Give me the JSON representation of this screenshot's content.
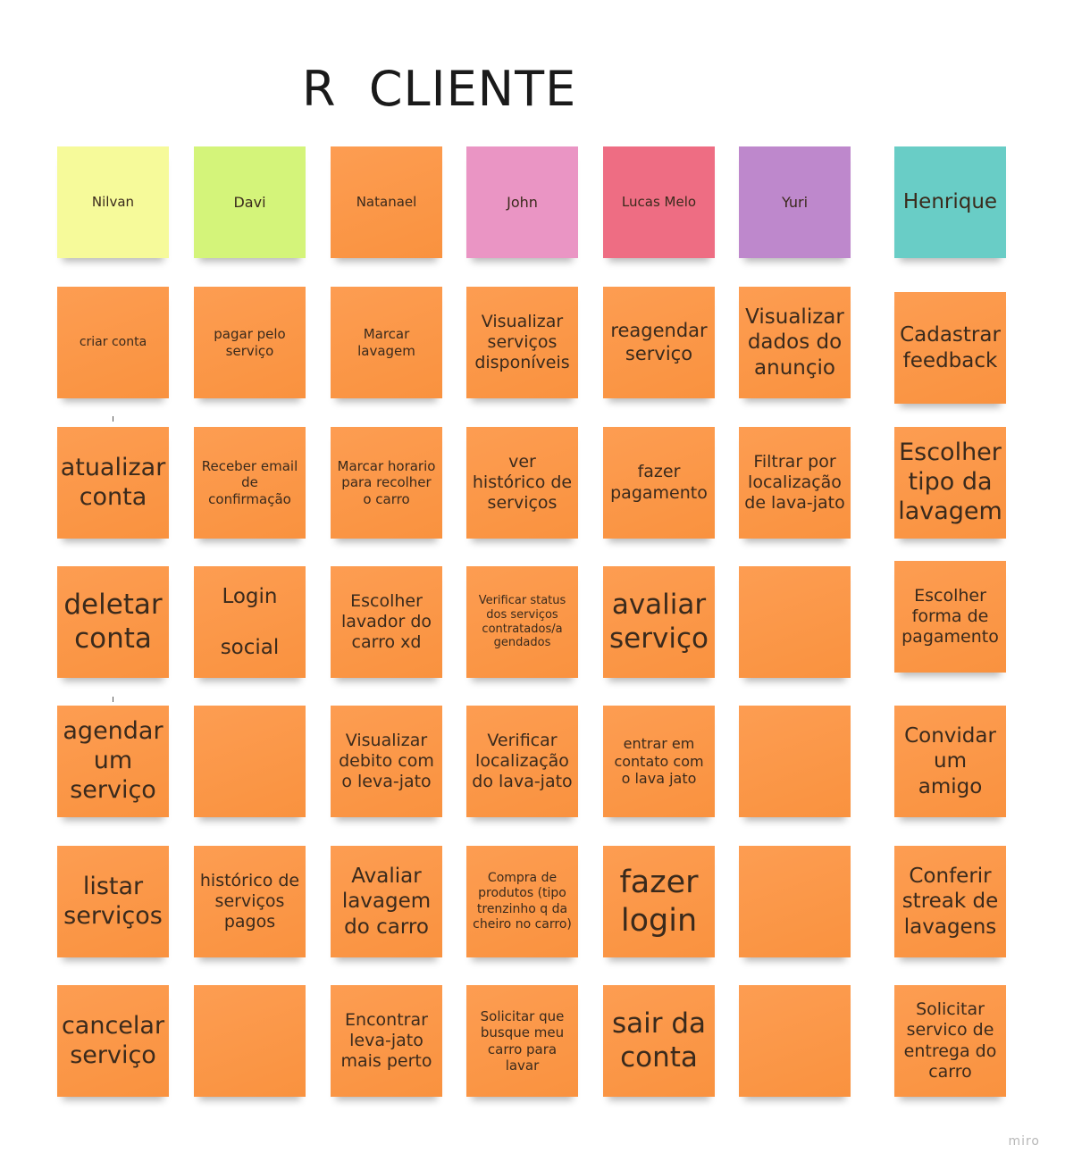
{
  "board": {
    "title": "R  CLIENTE",
    "watermark": "miro"
  },
  "header_notes": [
    {
      "text": "Nilvan",
      "color": "yellow"
    },
    {
      "text": "Davi",
      "color": "green"
    },
    {
      "text": "Natanael",
      "color": "orange"
    },
    {
      "text": "John",
      "color": "pink"
    },
    {
      "text": "Lucas Melo",
      "color": "red"
    },
    {
      "text": "Yuri",
      "color": "purple"
    },
    {
      "text": "Henrique",
      "color": "teal"
    }
  ],
  "columns": [
    {
      "name": "Nilvan",
      "notes": [
        "criar conta",
        "atualizar conta",
        "deletar conta",
        "agendar um serviço",
        "listar serviços",
        "cancelar serviço"
      ]
    },
    {
      "name": "Davi",
      "notes": [
        "pagar pelo serviço",
        "Receber email de confirmação",
        "Login\n\nsocial",
        "",
        "histórico de serviços pagos",
        ""
      ]
    },
    {
      "name": "Natanael",
      "notes": [
        "Marcar lavagem",
        "Marcar horario para recolher o carro",
        "Escolher lavador do carro xd",
        "Visualizar debito com o leva-jato",
        "Avaliar lavagem do carro",
        "Encontrar leva-jato mais perto"
      ]
    },
    {
      "name": "John",
      "notes": [
        "Visualizar serviços disponíveis",
        "ver histórico de serviços",
        "Verificar status dos serviços contratados/a gendados",
        "Verificar localização do lava-jato",
        "Compra de produtos (tipo trenzinho q da cheiro no carro)",
        "Solicitar que busque meu carro para lavar"
      ]
    },
    {
      "name": "Lucas Melo",
      "notes": [
        "reagendar serviço",
        "fazer pagamento",
        "avaliar serviço",
        "entrar em contato com o lava jato",
        "fazer login",
        "sair da conta"
      ]
    },
    {
      "name": "Yuri",
      "notes": [
        "Visualizar dados do anunçio",
        "Filtrar por localização de lava-jato",
        "",
        "",
        "",
        ""
      ]
    },
    {
      "name": "Henrique",
      "notes": [
        "Cadastrar feedback",
        "Escolher tipo da lavagem",
        "Escolher forma de pagamento",
        "Convidar um amigo",
        "Conferir streak de lavagens",
        "Solicitar servico de entrega do carro"
      ]
    }
  ],
  "colors": {
    "orange": "#fc9a4f",
    "yellow": "#f6fa9a",
    "green": "#d4f47a",
    "pink": "#ea95c4",
    "red": "#ee6d83",
    "purple": "#be88cc",
    "teal": "#69cdc6"
  }
}
